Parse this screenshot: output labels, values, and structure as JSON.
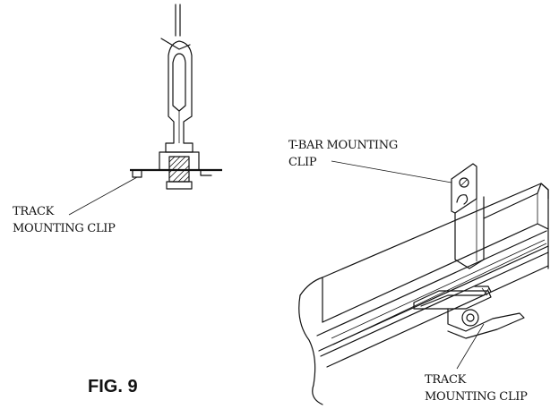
{
  "callouts": {
    "left_track_clip": {
      "line1": "TRACK",
      "line2": "MOUNTING CLIP"
    },
    "tbar_clip": {
      "line1": "T-BAR MOUNTING",
      "line2": "CLIP"
    },
    "right_track_clip": {
      "line1": "TRACK",
      "line2": "MOUNTING CLIP"
    }
  },
  "figure_label": "FIG. 9"
}
